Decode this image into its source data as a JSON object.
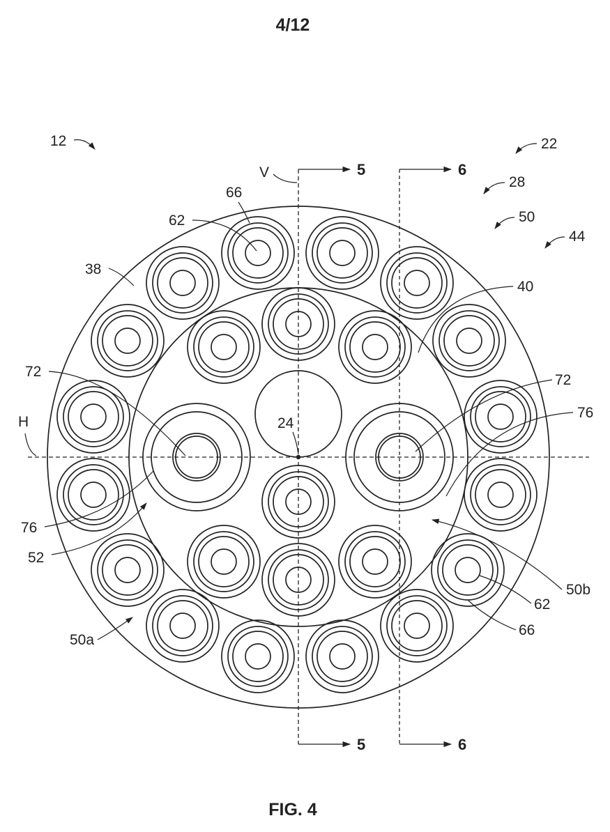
{
  "sheet": {
    "number": "4/12",
    "figure": "FIG. 4"
  },
  "references": {
    "r12": "12",
    "r22": "22",
    "r28": "28",
    "r50": "50",
    "r44": "44",
    "r66_top": "66",
    "r62_top": "62",
    "r38": "38",
    "r40": "40",
    "r72_left": "72",
    "r72_right": "72",
    "r76_right": "76",
    "r76_left": "76",
    "r24": "24",
    "r52": "52",
    "r50b": "50b",
    "r62_right": "62",
    "r66_right": "66",
    "r50a": "50a"
  },
  "axes": {
    "vertical": "V",
    "horizontal": "H"
  },
  "sections": {
    "s5_top": "5",
    "s6_top": "6",
    "s5_bottom": "5",
    "s6_bottom": "6"
  }
}
